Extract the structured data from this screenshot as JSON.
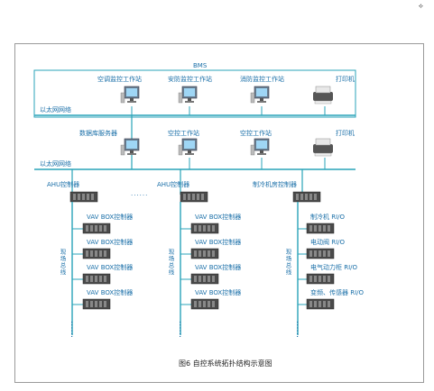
{
  "corner_mark": "⟡",
  "bms_label": "BMS",
  "ethernet_1": "以太网网络",
  "ethernet_2": "以太网网络",
  "workstations_top": [
    "空调监控工作站",
    "安防监控工作站",
    "消防监控工作站"
  ],
  "printer_top": "打印机",
  "workstations_mid": [
    "数据库服务器",
    "空控工作站",
    "空控工作站"
  ],
  "printer_mid": "打印机",
  "controllers": [
    "AHU控制器",
    "AHU控制器",
    "制冷机房控制器"
  ],
  "vav_labels": [
    "VAV BOX控制器",
    "VAV BOX控制器",
    "VAV BOX控制器",
    "VAV BOX控制器"
  ],
  "field_bus_label": "现场总线",
  "plant_io": [
    "制冷机 RI/O",
    "电动阀 RI/O",
    "电气动力柜 RI/O",
    "变频、传感器 RI/O"
  ],
  "dots": "......",
  "caption": "图6 自控系统拓扑结构示意图",
  "colors": {
    "bus": "#29a3b8",
    "text": "#1a6fa8"
  }
}
